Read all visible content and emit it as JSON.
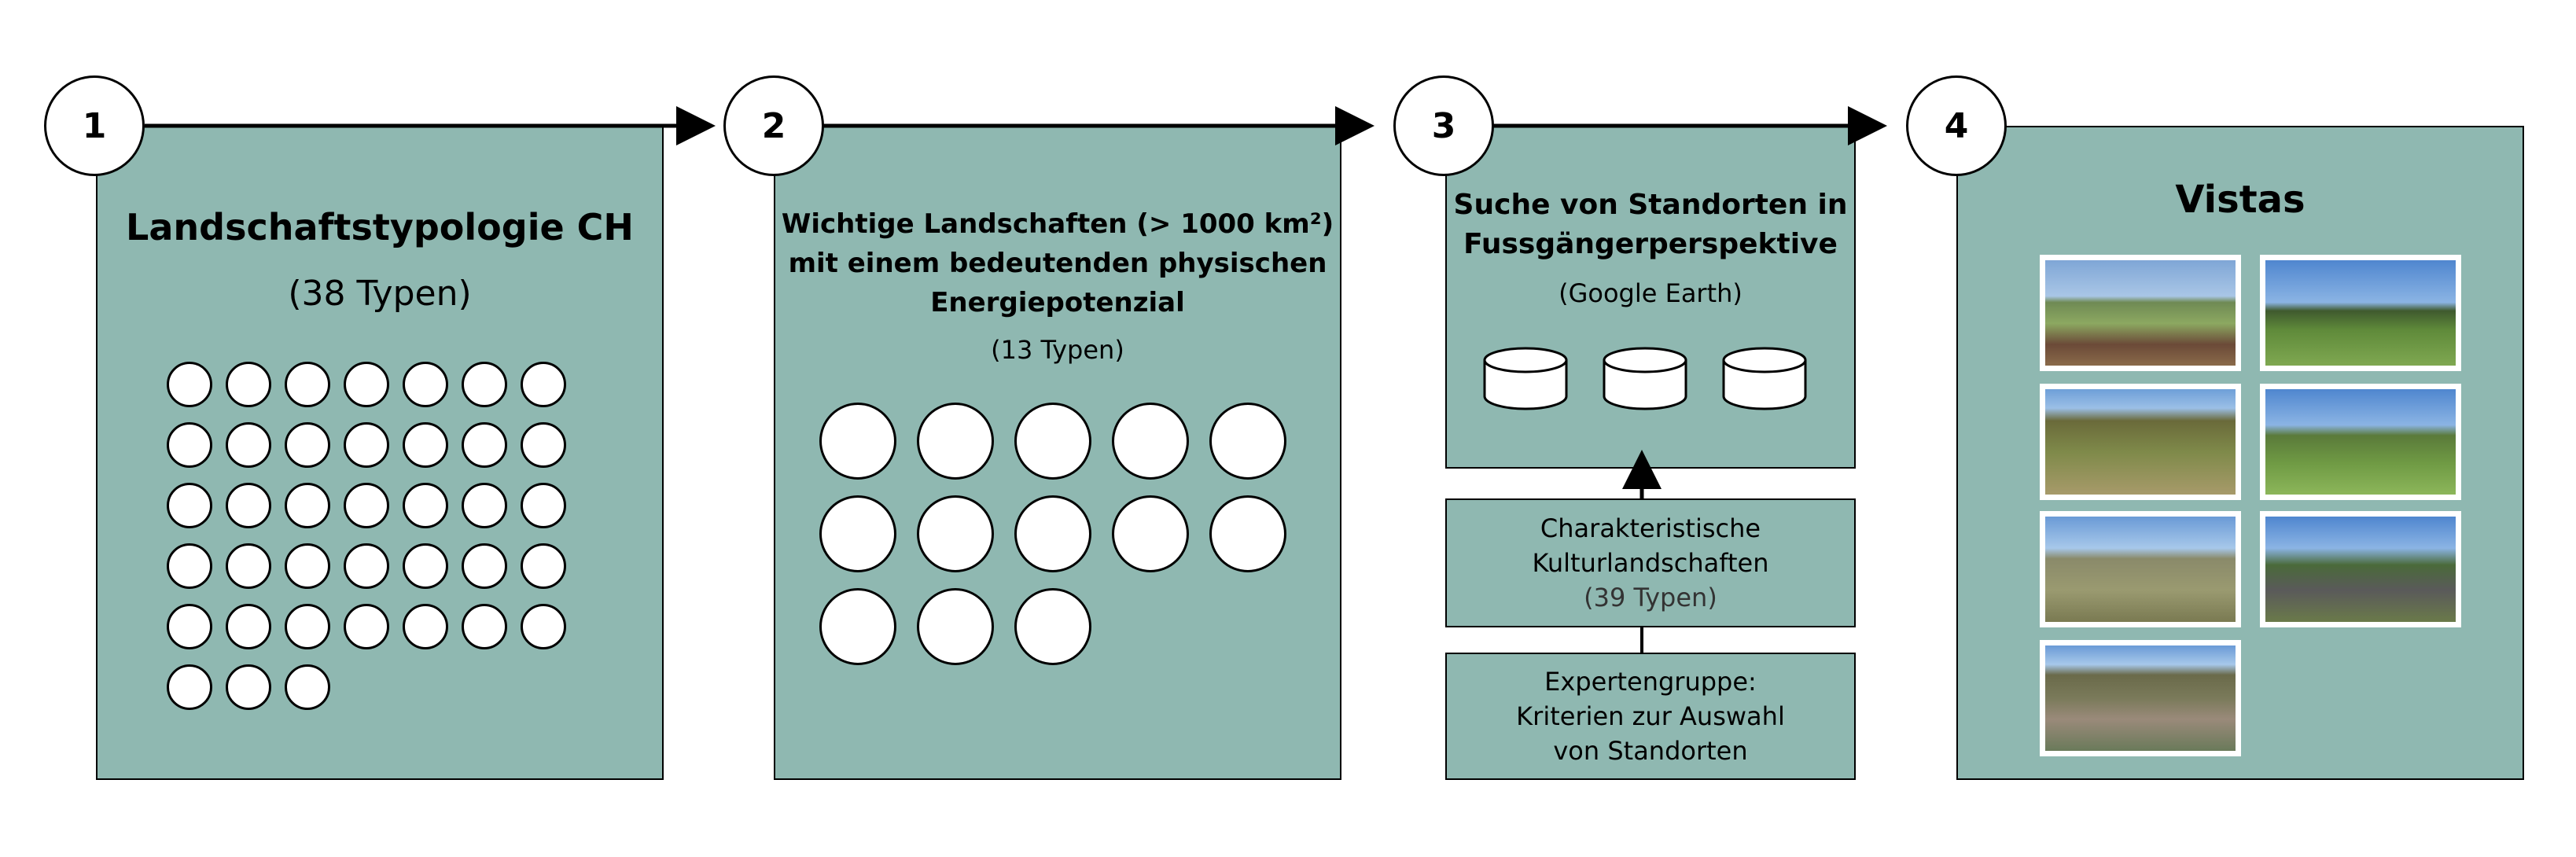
{
  "steps": [
    {
      "number": "1",
      "title": "Landschaftstypologie CH",
      "subtitle": "(38 Typen)",
      "circle_count": 38
    },
    {
      "number": "2",
      "title_lines": [
        "Wichtige Landschaften (> 1000 km²)",
        "mit einem bedeutenden physischen",
        "Energiepotenzial"
      ],
      "subtitle": "(13 Typen)",
      "circle_count": 13
    },
    {
      "number": "3",
      "title_lines": [
        "Suche von Standorten in",
        "Fussgängerperspektive"
      ],
      "subtitle": "(Google Earth)",
      "cylinder_count": 3,
      "sub_boxes": [
        {
          "lines": [
            "Charakteristische",
            "Kulturlandschaften"
          ],
          "muted_line": "(39 Typen)"
        },
        {
          "lines": [
            "Expertengruppe:",
            "Kriterien zur Auswahl",
            "von Standorten"
          ]
        }
      ]
    },
    {
      "number": "4",
      "title": "Vistas",
      "photo_count": 7
    }
  ],
  "colors": {
    "panel": "#8fb8b1",
    "border": "#000000",
    "background": "#ffffff"
  }
}
